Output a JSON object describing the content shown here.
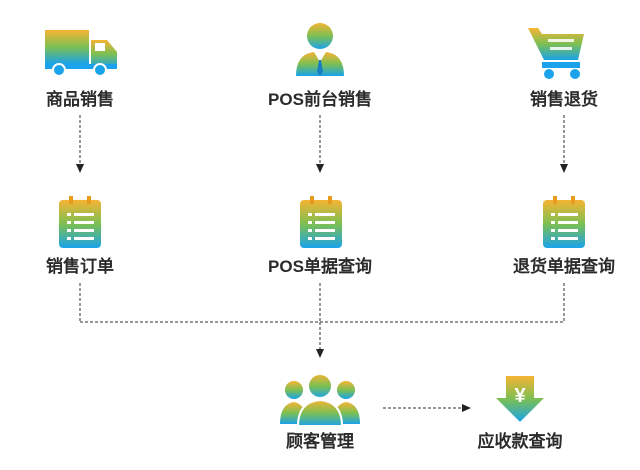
{
  "nodes": {
    "product_sales": {
      "label": "商品销售",
      "icon": "truck-icon"
    },
    "pos_sales": {
      "label": "POS前台销售",
      "icon": "cashier-person-icon"
    },
    "sales_return": {
      "label": "销售退货",
      "icon": "shopping-cart-icon"
    },
    "sales_order": {
      "label": "销售订单",
      "icon": "document-list-icon"
    },
    "pos_query": {
      "label": "POS单据查询",
      "icon": "document-list-icon"
    },
    "return_query": {
      "label": "退货单据查询",
      "icon": "document-list-icon"
    },
    "customer_mgmt": {
      "label": "顾客管理",
      "icon": "customer-group-icon"
    },
    "receivable_query": {
      "label": "应收款查询",
      "icon": "yen-arrow-down-icon"
    }
  },
  "colors": {
    "gradient_top": "#f5b43a",
    "gradient_bottom": "#1ea8e6",
    "line": "#333333",
    "label": "#2b2b2b"
  }
}
